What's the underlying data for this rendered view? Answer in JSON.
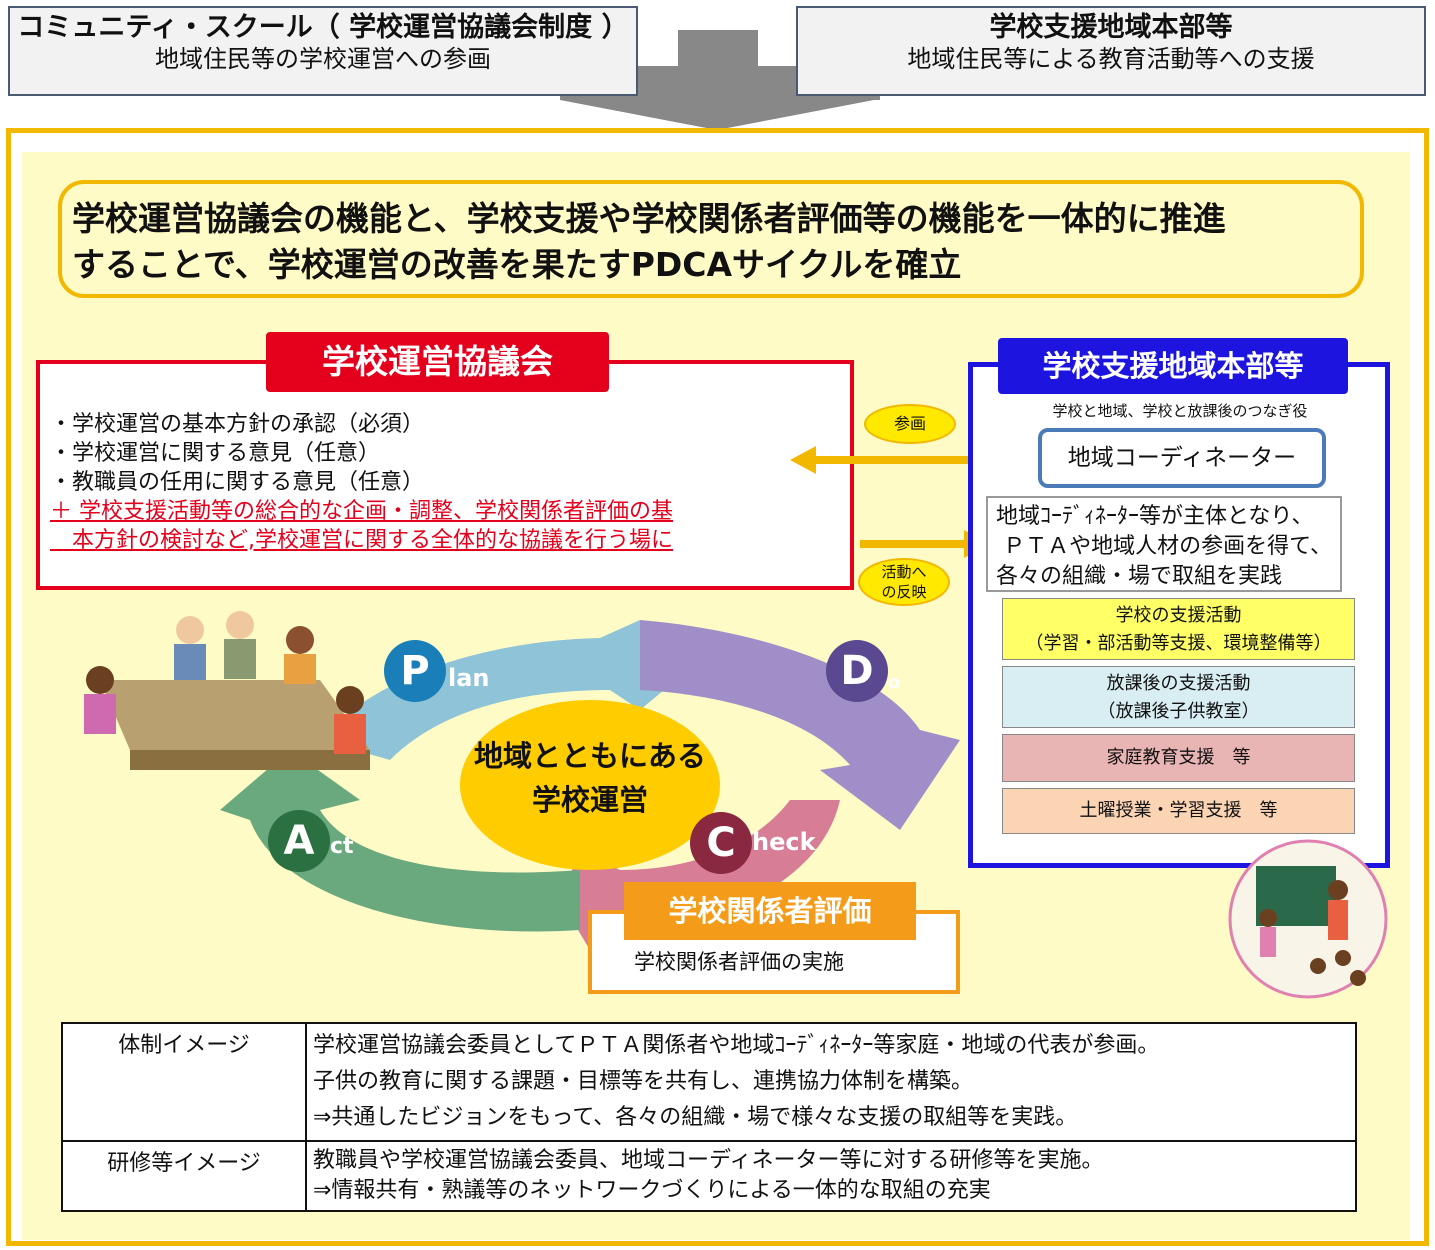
{
  "top_left": {
    "title": "コミュニティ・スクール（ 学校運営協議会制度 ）",
    "sub": "地域住民等の学校運営への参画"
  },
  "top_right": {
    "title": "学校支援地域本部等",
    "sub": "地域住民等による教育活動等への支援"
  },
  "headline": {
    "line1": "学校運営協議会の機能と、学校支援や学校関係者評価等の機能を一体的に推進",
    "line2": "することで、学校運営の改善を果たすPDCAサイクルを確立"
  },
  "council": {
    "title": "学校運営協議会",
    "items": [
      "・学校運営の基本方針の承認（必須）",
      "・学校運営に関する意見（任意）",
      "・教職員の任用に関する意見（任意）"
    ],
    "extra1": "＋ 学校支援活動等の総合的な企画・調整、学校関係者評価の基",
    "extra2": "　本方針の検討など,学校運営に関する全体的な協議を行う場に"
  },
  "arrows": {
    "participation": "参画",
    "reflect1": "活動へ",
    "reflect2": "の反映"
  },
  "support": {
    "title": "学校支援地域本部等",
    "subtitle": "学校と地域、学校と放課後のつなぎ役",
    "coordinator": "地域コーディネーター",
    "desc1": "地域ｺｰﾃﾞｨﾈｰﾀｰ等が主体となり、",
    "desc2": "ＰＴＡや地域人材の参画を得て、",
    "desc3": "各々の組織・場で取組を実践",
    "activities": [
      {
        "line1": "学校の支援活動",
        "line2": "（学習・部活動等支援、環境整備等）",
        "color": "#ffff66"
      },
      {
        "line1": "放課後の支援活動",
        "line2": "（放課後子供教室）",
        "color": "#d9eef2"
      },
      {
        "line1": "家庭教育支援　等",
        "line2": "",
        "color": "#e8b4b4"
      },
      {
        "line1": "土曜授業・学習支援　等",
        "line2": "",
        "color": "#fbd4b4"
      }
    ]
  },
  "cycle": {
    "plan_letter": "P",
    "plan_rest": "lan",
    "do_letter": "D",
    "do_rest": "o",
    "check_letter": "C",
    "check_rest": "heck",
    "act_letter": "A",
    "act_rest": "ct",
    "center1": "地域とともにある",
    "center2": "学校運営"
  },
  "evaluation": {
    "title": "学校関係者評価",
    "text": "学校関係者評価の実施"
  },
  "table": [
    {
      "header": "体制イメージ",
      "lines": [
        "学校運営協議会委員としてＰＴＡ関係者や地域ｺｰﾃﾞｨﾈｰﾀｰ等家庭・地域の代表が参画。",
        "子供の教育に関する課題・目標等を共有し、連携協力体制を構築。",
        "⇒共通したビジョンをもって、各々の組織・場で様々な支援の取組等を実践。"
      ]
    },
    {
      "header": "研修等イメージ",
      "lines": [
        "教職員や学校運営協議会委員、地域コーディネーター等に対する研修等を実施。",
        "⇒情報共有・熟議等のネットワークづくりによる一体的な取組の充実"
      ]
    }
  ]
}
